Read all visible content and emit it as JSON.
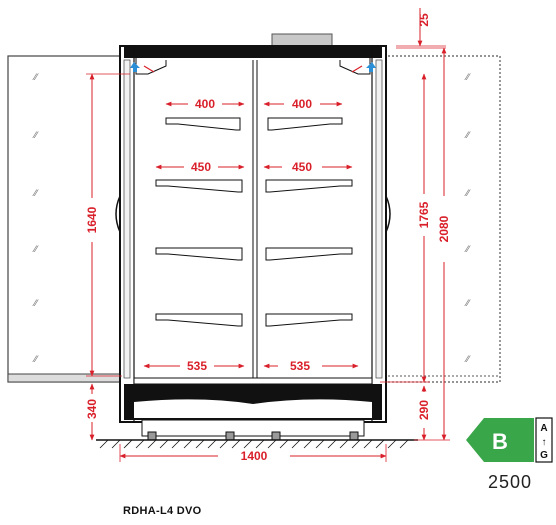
{
  "model": "RDHA-L4 DVO",
  "energy": {
    "class": "B",
    "scale_top": "A",
    "scale_arrow": "↑",
    "scale_bottom": "G",
    "value": "2500",
    "color": "#3aa64a"
  },
  "dimensions": {
    "top_gap": "25",
    "left_height": "1640",
    "inner_height": "1765",
    "total_height": "2080",
    "base_left": "340",
    "base_right": "290",
    "width": "1400",
    "shelf_1_left": "400",
    "shelf_1_right": "400",
    "shelf_2_left": "450",
    "shelf_2_right": "450",
    "bottom_left": "535",
    "bottom_right": "535"
  },
  "colors": {
    "dimension": "#d9202a",
    "frame": "#111111",
    "accent": "#2a8fd6"
  }
}
